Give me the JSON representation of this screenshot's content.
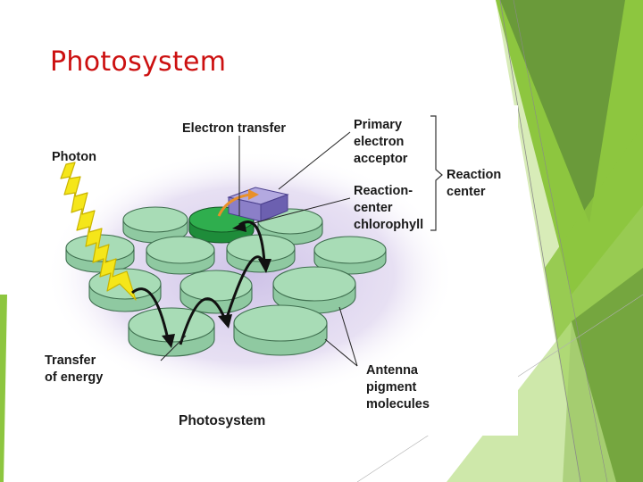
{
  "slide": {
    "title": "Photosystem",
    "theme_colors": {
      "title": "#cc1010",
      "accent_light": "#8dc63f",
      "accent_dark": "#6a9a3a",
      "pale": "#d8ecb8"
    }
  },
  "diagram": {
    "labels": {
      "photon": "Photon",
      "electron_transfer": "Electron transfer",
      "primary_acceptor": [
        "Primary",
        "electron",
        "acceptor"
      ],
      "reaction_center_chlorophyll": [
        "Reaction-",
        "center",
        "chlorophyll"
      ],
      "reaction_center": [
        "Reaction",
        "center"
      ],
      "transfer_of_energy": [
        "Transfer",
        "of energy"
      ],
      "antenna": [
        "Antenna",
        "pigment",
        "molecules"
      ],
      "caption": "Photosystem"
    },
    "colors": {
      "disk_top": "#a8dcb6",
      "disk_side": "#8fc9a1",
      "reaction_center_disk": "#2fae4e",
      "acceptor_box": "#8b7fc8",
      "photon_bolt": "#f5e61a",
      "energy_arrow": "#e8902a",
      "halo": "#ddd3ee"
    },
    "icons": [
      "lightning-bolt-icon",
      "curved-arrow-icon",
      "bracket-icon"
    ]
  }
}
